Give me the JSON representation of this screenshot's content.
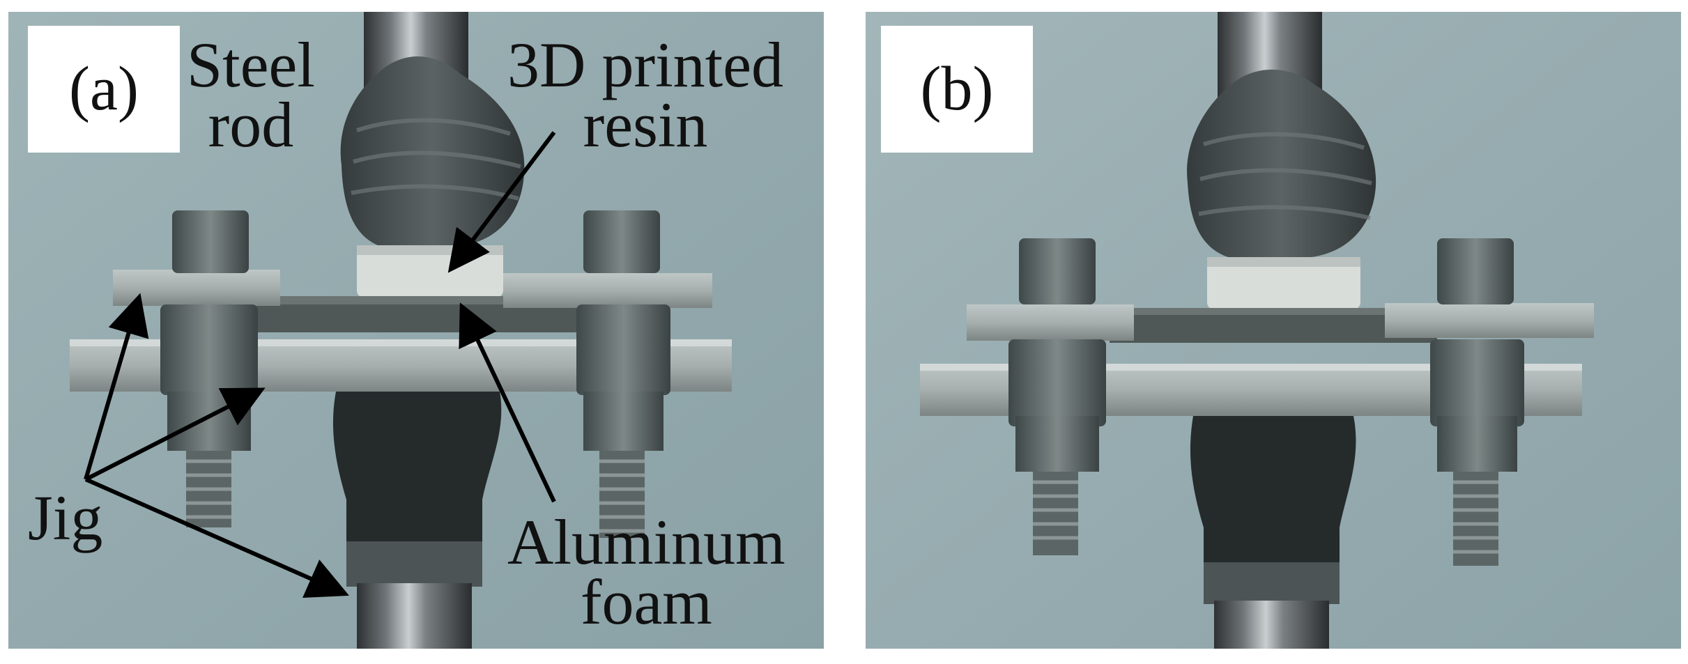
{
  "figure": {
    "panels": [
      {
        "id": "a",
        "tag": "(a)"
      },
      {
        "id": "b",
        "tag": "(b)"
      }
    ],
    "labels": {
      "steel_rod_line1": "Steel",
      "steel_rod_line2": "rod",
      "resin_line1": "3D printed",
      "resin_line2": "resin",
      "jig": "Jig",
      "foam_line1": "Aluminum",
      "foam_line2": "foam"
    }
  }
}
